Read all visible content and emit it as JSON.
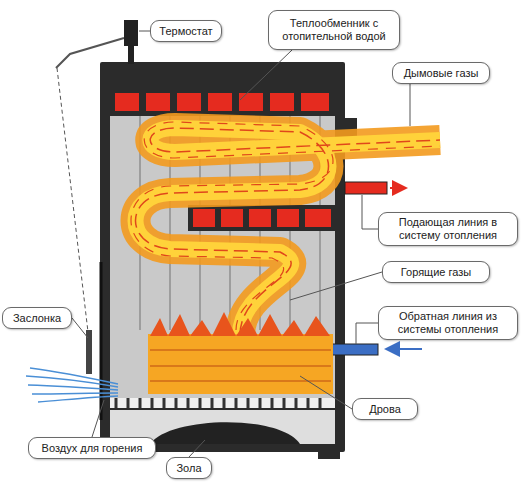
{
  "diagram": {
    "nodes": [
      {
        "text": [
          "Термостат"
        ]
      },
      {
        "text": [
          "Теплообменник с отопительной водой"
        ]
      },
      {
        "text": [
          "Дымовые газы"
        ]
      },
      {
        "text": [
          "Подающая линия в систему отопления"
        ]
      },
      {
        "text": [
          "Горящие газы"
        ]
      },
      {
        "text": [
          "Заслонка"
        ]
      },
      {
        "text": [
          "Обратная линия из системы отопления"
        ]
      },
      {
        "text": [
          "Дрова"
        ]
      },
      {
        "text": [
          "Воздух для горения"
        ]
      },
      {
        "text": [
          "Зола"
        ]
      }
    ]
  }
}
